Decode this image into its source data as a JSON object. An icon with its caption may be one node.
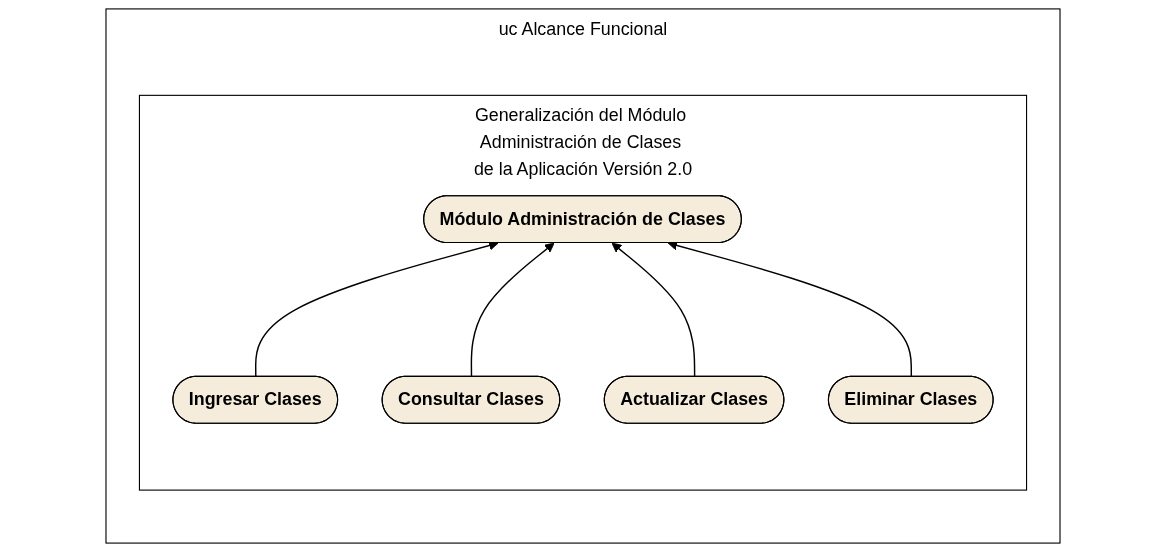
{
  "diagram": {
    "nodes": [
      {
        "text": [
          "uc Alcance Funcional"
        ]
      },
      {
        "text": [
          "Generalización del Módulo Administración de Clases de la Aplicación Versión 2.0"
        ],
        "in": 0
      },
      {
        "text": [
          "Módulo Administración de Clases"
        ],
        "in": 1
      },
      {
        "text": [
          "Ingresar Clases"
        ],
        "in": 1
      },
      {
        "text": [
          "Consultar Clases"
        ],
        "in": 1
      },
      {
        "text": [
          "Actualizar Clases"
        ],
        "in": 1
      },
      {
        "text": [
          "Eliminar Clases"
        ],
        "in": 1
      }
    ],
    "edges": [
      {
        "from": 3,
        "to": 2,
        "arrow": "to"
      },
      {
        "from": 4,
        "to": 2,
        "arrow": "to"
      },
      {
        "from": 5,
        "to": 2,
        "arrow": "to"
      },
      {
        "from": 6,
        "to": 2,
        "arrow": "to"
      }
    ]
  }
}
